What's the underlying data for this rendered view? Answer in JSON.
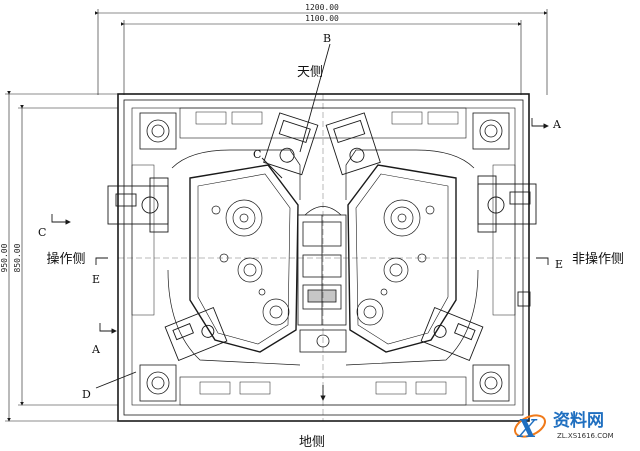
{
  "dimensions": {
    "width_outer": "1200.00",
    "width_inner": "1100.00",
    "height_outer": "950.00",
    "height_inner": "850.00"
  },
  "sides": {
    "top": "天侧",
    "bottom": "地侧",
    "left": "操作侧",
    "right": "非操作侧"
  },
  "section_marks": {
    "top_right": "A",
    "left_bottom": "A",
    "top": "B",
    "upper_left": "C",
    "left": "C",
    "bottom_left": "D",
    "left_mid": "E",
    "right_mid": "E"
  },
  "watermark": {
    "brand": "资料网",
    "url": "ZL.XS1616.COM"
  },
  "colors": {
    "line": "#1a1a1a",
    "watermark_blue": "#1f6fc0",
    "watermark_orange": "#f07a1a"
  }
}
